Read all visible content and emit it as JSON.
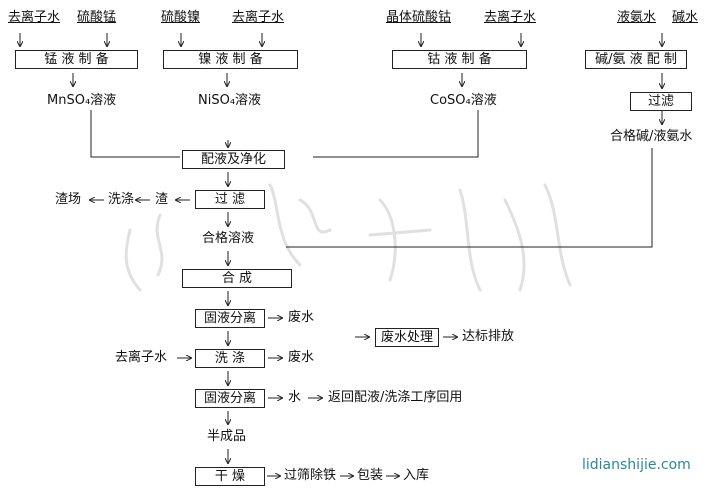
{
  "inputs": {
    "mn_water": "去离子水",
    "mn_sulfate": "硫酸锰",
    "ni_sulfate": "硫酸镍",
    "ni_water": "去离子水",
    "co_sulfate": "晶体硫酸钴",
    "co_water": "去离子水",
    "ammonia": "液氨水",
    "alkali": "碱水"
  },
  "prep": {
    "mn": "锰 液 制 备",
    "ni": "镍 液 制 备",
    "co": "钴 液 制 备",
    "alk": "碱/氨 液 配 制",
    "alk_filter": "过滤"
  },
  "solutions": {
    "mn": "MnSO₄溶液",
    "ni": "NiSO₄溶液",
    "co": "CoSO₄溶液",
    "alk": "合格碱/液氨水"
  },
  "main": {
    "mix": "配液及净化",
    "filter": "过 滤",
    "residue": "渣",
    "wash": "洗涤",
    "dump": "渣场",
    "qualified": "合格溶液",
    "synth": "合 成",
    "sep1": "固液分离",
    "waste1": "废水",
    "wash_water": "去离子水",
    "washing": "洗 涤",
    "waste2": "废水",
    "sep2": "固液分离",
    "water": "水",
    "recycle": "返回配液/洗涤工序回用",
    "semi": "半成品",
    "dry": "干 燥",
    "sieve": "过筛除铁",
    "pack": "包装",
    "store": "入库",
    "wastewater_treat": "废水处理",
    "discharge": "达标排放"
  },
  "watermark": "广东平煤",
  "site": "lidianshijie.com"
}
